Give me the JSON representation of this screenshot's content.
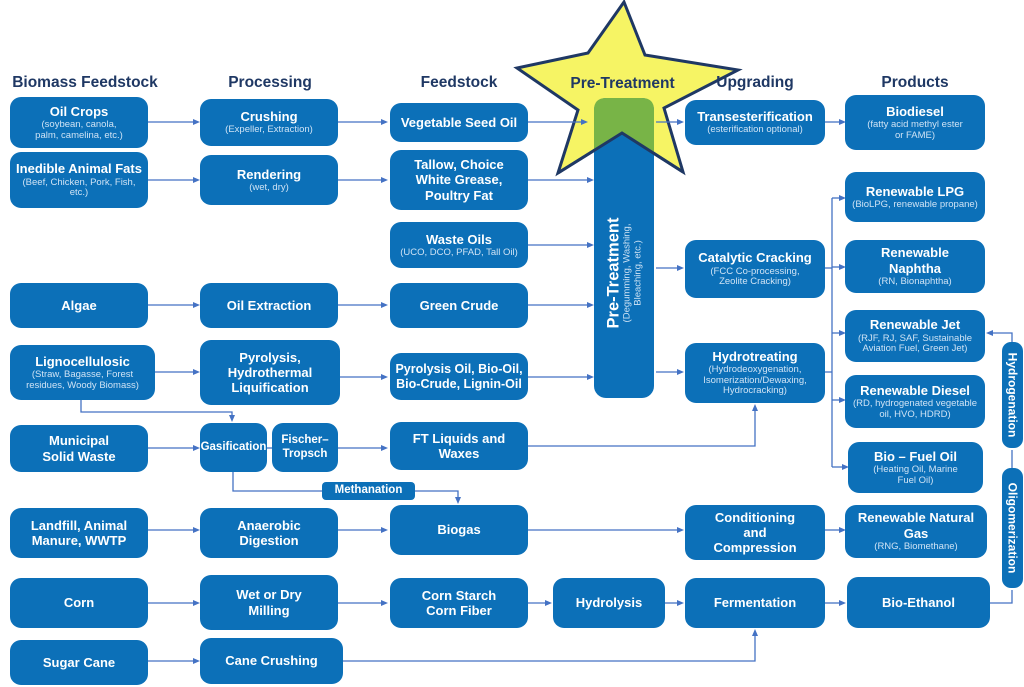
{
  "column_headers": {
    "biomass_feedstock": "Biomass Feedstock",
    "processing": "Processing",
    "feedstock": "Feedstock",
    "pre_treatment": "Pre-Treatment",
    "upgrading": "Upgrading",
    "products": "Products"
  },
  "nodes": {
    "oil_crops": {
      "label": "Oil Crops",
      "sub": "(soybean, canola,\npalm, camelina, etc.)"
    },
    "inedible_animal_fats": {
      "label": "Inedible Animal Fats",
      "sub": "(Beef, Chicken, Pork, Fish,\netc.)"
    },
    "algae": {
      "label": "Algae"
    },
    "lignocellulosic": {
      "label": "Lignocellulosic",
      "sub": "(Straw, Bagasse, Forest\nresidues, Woody Biomass)"
    },
    "municipal_solid_waste": {
      "label": "Municipal\nSolid Waste"
    },
    "landfill": {
      "label": "Landfill, Animal\nManure, WWTP"
    },
    "corn": {
      "label": "Corn"
    },
    "sugar_cane": {
      "label": "Sugar Cane"
    },
    "crushing": {
      "label": "Crushing",
      "sub": "(Expeller, Extraction)"
    },
    "rendering": {
      "label": "Rendering",
      "sub": "(wet, dry)"
    },
    "oil_extraction": {
      "label": "Oil Extraction"
    },
    "pyrolysis": {
      "label": "Pyrolysis,\nHydrothermal\nLiquification"
    },
    "gasification": {
      "label": "Gasification"
    },
    "fischer_tropsch": {
      "label": "Fischer–\nTropsch"
    },
    "anaerobic_digestion": {
      "label": "Anaerobic\nDigestion"
    },
    "wet_dry_milling": {
      "label": "Wet or Dry\nMilling"
    },
    "cane_crushing": {
      "label": "Cane Crushing"
    },
    "vegetable_seed_oil": {
      "label": "Vegetable Seed Oil"
    },
    "tallow": {
      "label": "Tallow, Choice\nWhite Grease,\nPoultry Fat"
    },
    "waste_oils": {
      "label": "Waste Oils",
      "sub": "(UCO, DCO, PFAD, Tall Oil)"
    },
    "green_crude": {
      "label": "Green Crude"
    },
    "pyrolysis_oil": {
      "label": "Pyrolysis Oil, Bio-Oil,\nBio-Crude, Lignin-Oil"
    },
    "ft_liquids": {
      "label": "FT Liquids and\nWaxes"
    },
    "biogas": {
      "label": "Biogas"
    },
    "corn_starch": {
      "label": "Corn Starch\nCorn Fiber"
    },
    "hydrolysis": {
      "label": "Hydrolysis"
    },
    "methanation": {
      "label": "Methanation"
    },
    "pre_treatment_unit": {
      "label": "Pre-Treatment",
      "sub": "(Degumming, Washing,\nBleaching, etc.)"
    },
    "transesterification": {
      "label": "Transesterification",
      "sub": "(esterification optional)"
    },
    "catalytic_cracking": {
      "label": "Catalytic Cracking",
      "sub": "(FCC Co-processing,\nZeolite Cracking)"
    },
    "hydrotreating": {
      "label": "Hydrotreating",
      "sub": "(Hydrodeoxygenation,\nIsomerization/Dewaxing,\nHydrocracking)"
    },
    "conditioning": {
      "label": "Conditioning\nand\nCompression"
    },
    "fermentation": {
      "label": "Fermentation"
    },
    "biodiesel": {
      "label": "Biodiesel",
      "sub": "(fatty acid methyl ester\nor FAME)"
    },
    "renewable_lpg": {
      "label": "Renewable LPG",
      "sub": "(BioLPG, renewable propane)"
    },
    "renewable_naphtha": {
      "label": "Renewable\nNaphtha",
      "sub": "(RN, Bionaphtha)"
    },
    "renewable_jet": {
      "label": "Renewable Jet",
      "sub": "(RJF, RJ, SAF, Sustainable\nAviation Fuel, Green Jet)"
    },
    "renewable_diesel": {
      "label": "Renewable Diesel",
      "sub": "(RD, hydrogenated vegetable\noil, HVO, HDRD)"
    },
    "bio_fuel_oil": {
      "label": "Bio – Fuel Oil",
      "sub": "(Heating Oil, Marine\nFuel Oil)"
    },
    "rng": {
      "label": "Renewable Natural\nGas",
      "sub": "(RNG, Biomethane)"
    },
    "bio_ethanol": {
      "label": "Bio-Ethanol"
    },
    "hydrogenation": {
      "label": "Hydrogenation"
    },
    "oligomerization": {
      "label": "Oligomerization"
    }
  },
  "colors": {
    "box_blue": "#0c70b8",
    "header_navy": "#1f3864",
    "arrow_blue": "#4472c4",
    "star_yellow": "#f6f464",
    "star_border": "#1f3864",
    "pretreat_green": "#78b447"
  }
}
